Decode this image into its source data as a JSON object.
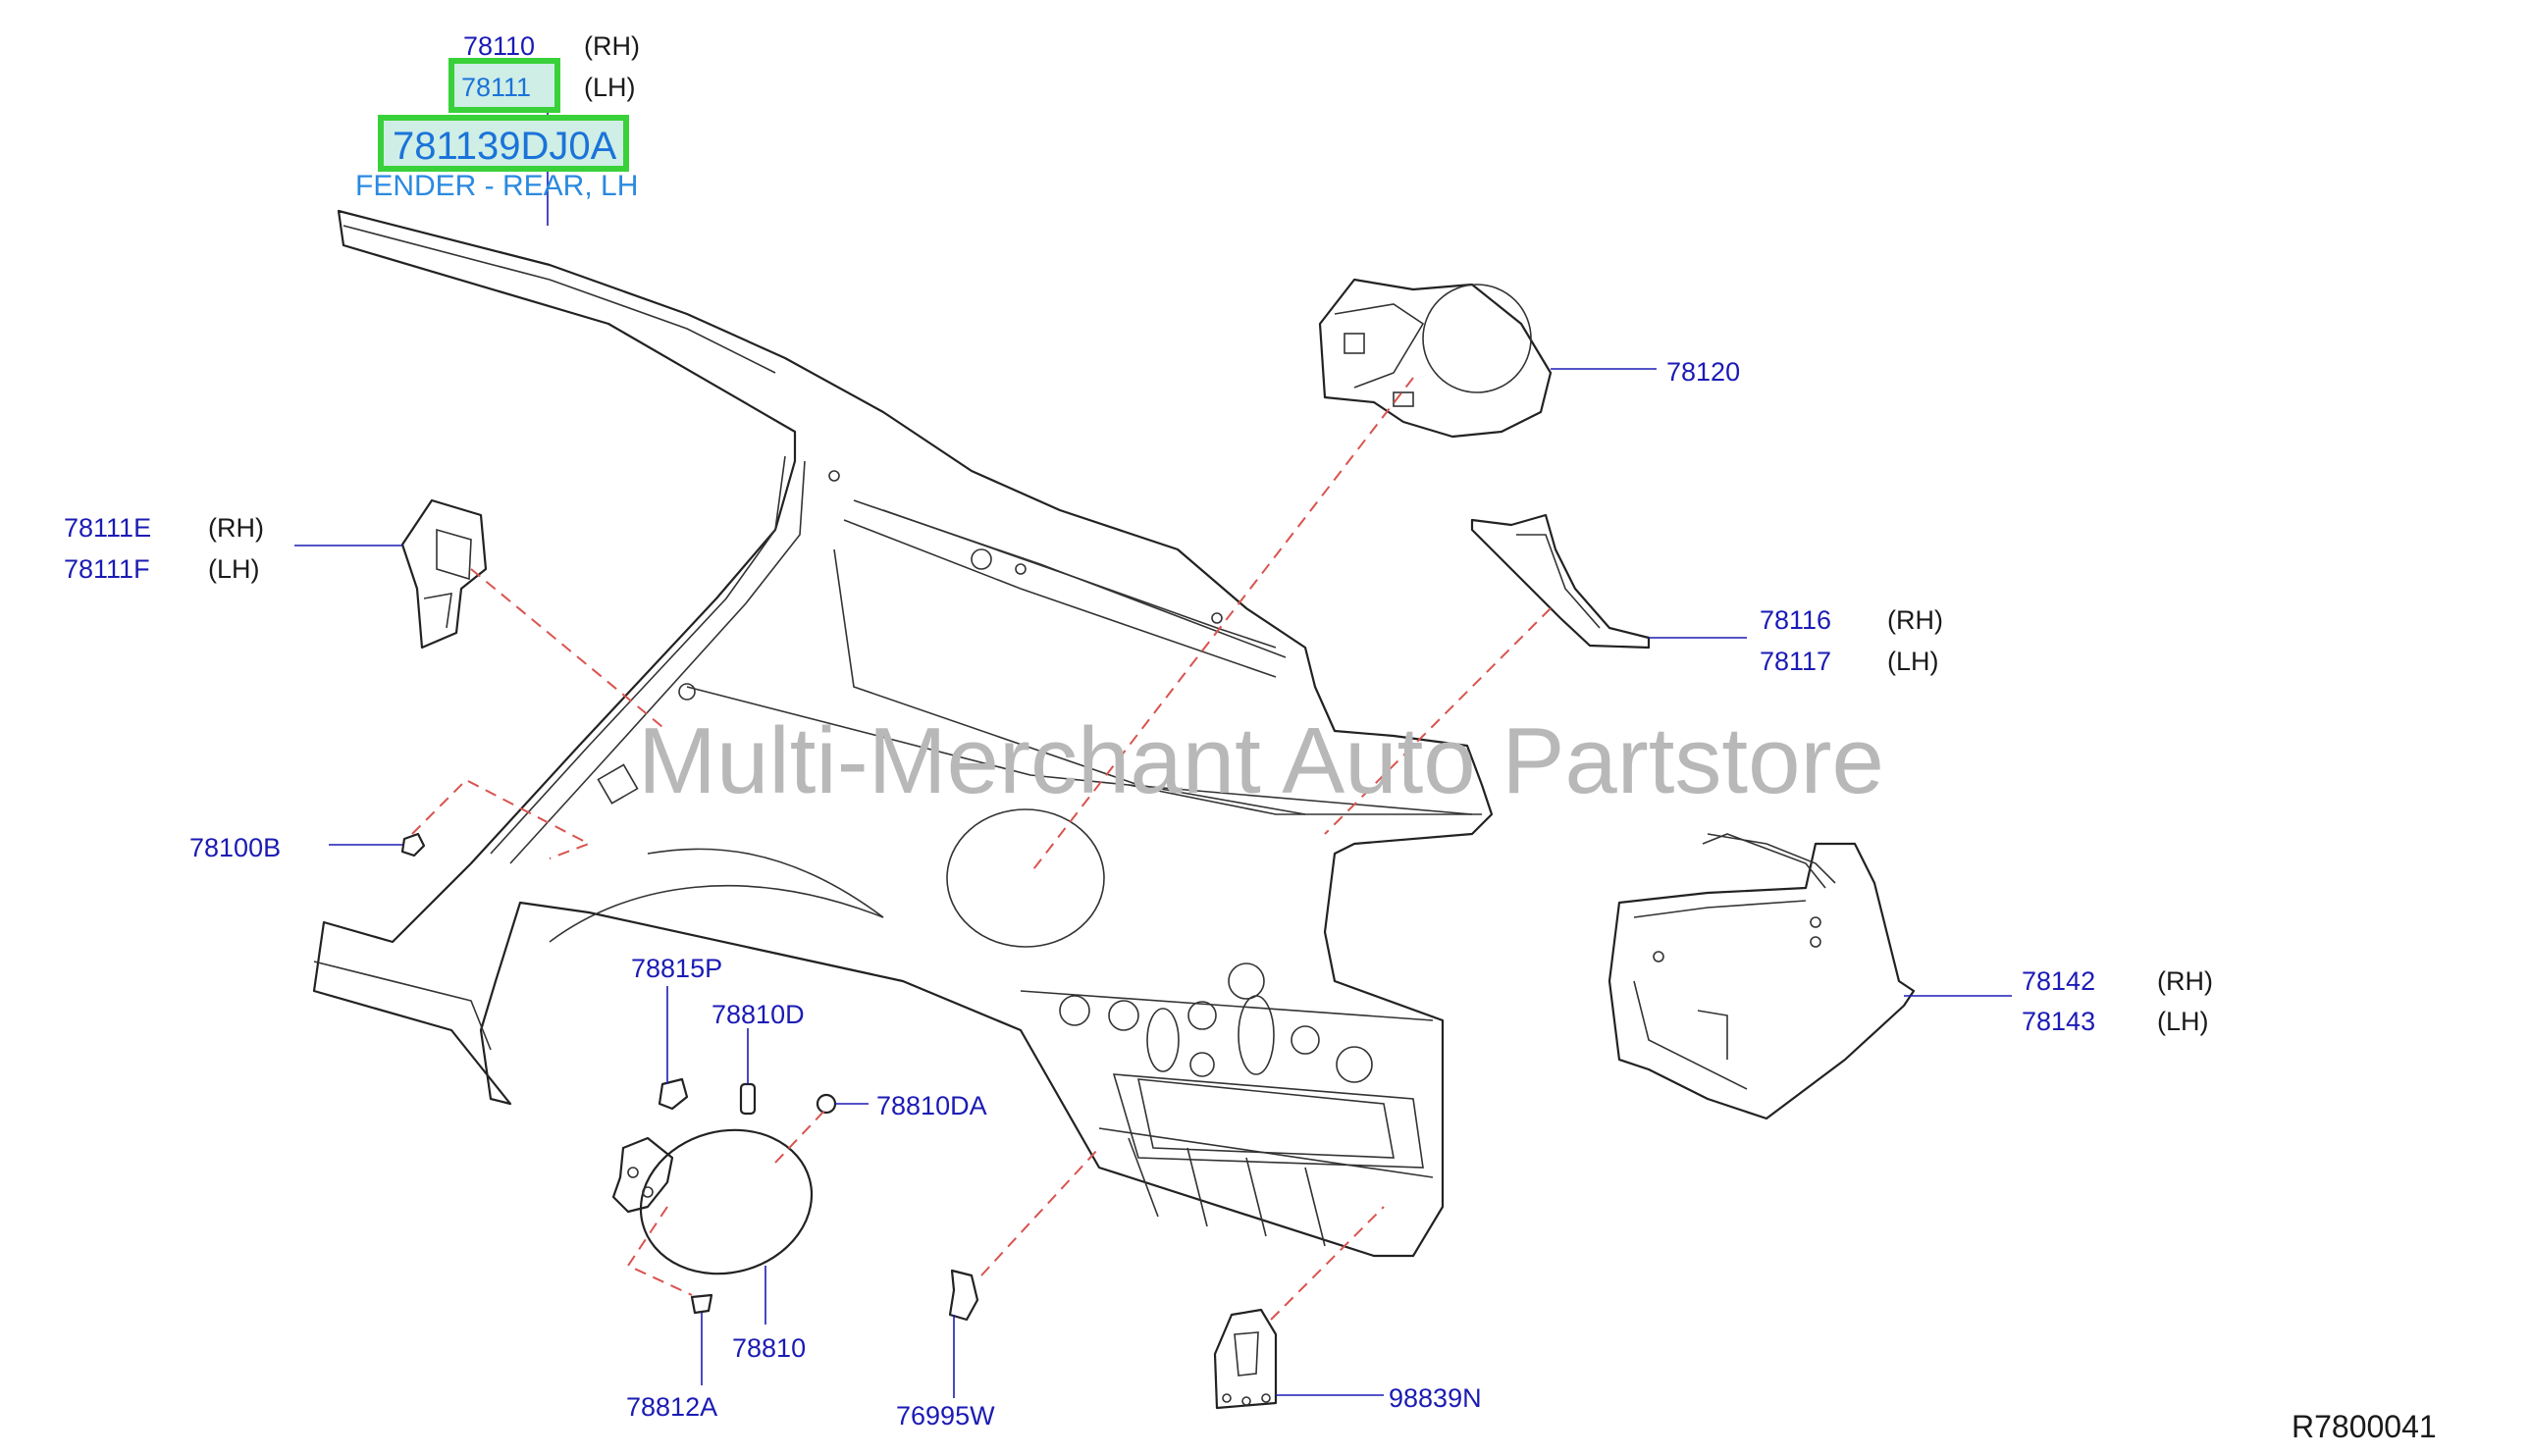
{
  "diagram": {
    "watermark": "Multi-Merchant Auto Partstore",
    "reference_code": "R7800041",
    "highlight": {
      "part_number": "78111",
      "part_code": "781139DJ0A",
      "description": "FENDER - REAR, LH"
    },
    "callouts": {
      "c78110": {
        "number": "78110",
        "side": "(RH)"
      },
      "c78111": {
        "number": "78111",
        "side": "(LH)"
      },
      "c78111E": {
        "number": "78111E",
        "side": "(RH)"
      },
      "c78111F": {
        "number": "78111F",
        "side": "(LH)"
      },
      "c78100B": {
        "number": "78100B"
      },
      "c78120": {
        "number": "78120"
      },
      "c78116": {
        "number": "78116",
        "side": "(RH)"
      },
      "c78117": {
        "number": "78117",
        "side": "(LH)"
      },
      "c78142": {
        "number": "78142",
        "side": "(RH)"
      },
      "c78143": {
        "number": "78143",
        "side": "(LH)"
      },
      "c78815P": {
        "number": "78815P"
      },
      "c78810D": {
        "number": "78810D"
      },
      "c78810DA": {
        "number": "78810DA"
      },
      "c78810": {
        "number": "78810"
      },
      "c78812A": {
        "number": "78812A"
      },
      "c76995W": {
        "number": "76995W"
      },
      "c98839N": {
        "number": "98839N"
      }
    }
  }
}
